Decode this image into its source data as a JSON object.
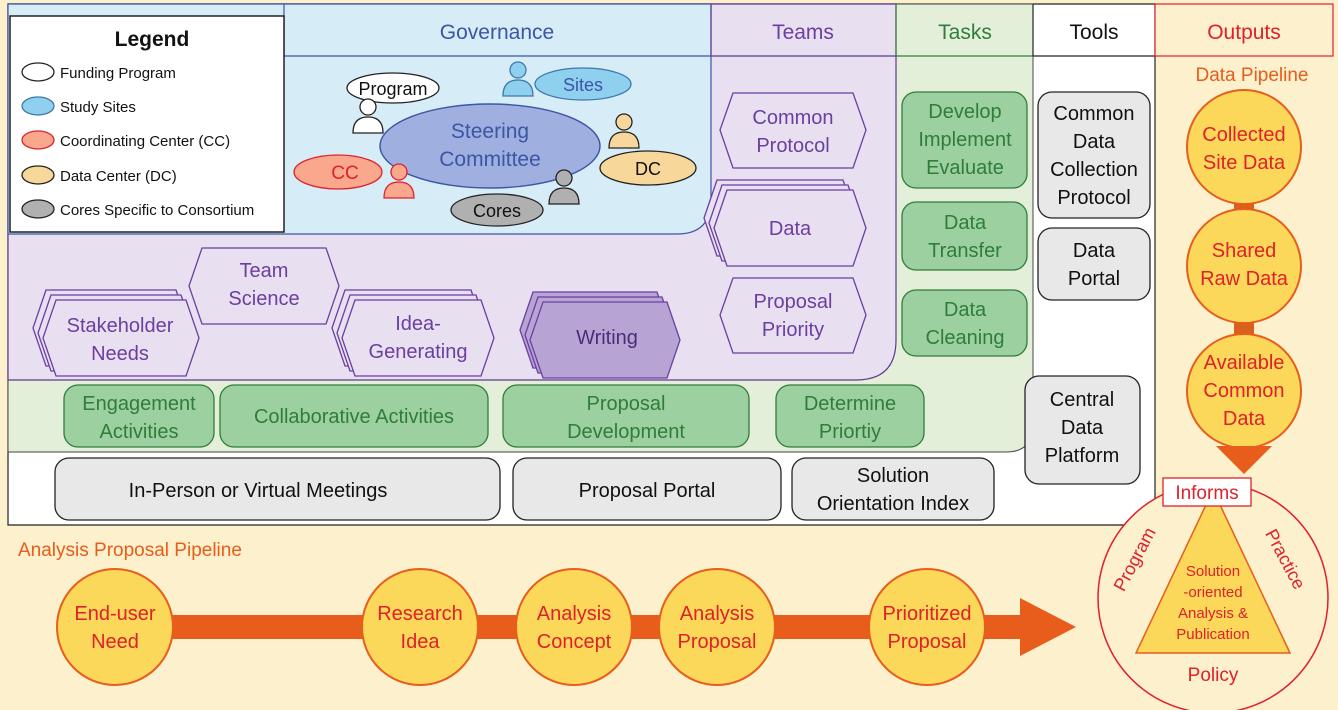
{
  "legend": {
    "title": "Legend",
    "items": [
      {
        "label": "Funding Program",
        "color": "#ffffff"
      },
      {
        "label": "Study Sites",
        "color": "#8fd0ee"
      },
      {
        "label": "Coordinating Center (CC)",
        "color": "#f9a88e"
      },
      {
        "label": "Data Center (DC)",
        "color": "#f8d79a"
      },
      {
        "label": "Cores Specific to Consortium",
        "color": "#b0b0b0"
      }
    ]
  },
  "columns": {
    "governance": "Governance",
    "teams": "Teams",
    "tasks": "Tasks",
    "tools": "Tools",
    "outputs": "Outputs"
  },
  "governance": {
    "steering_line1": "Steering",
    "steering_line2": "Committee",
    "program": "Program",
    "sites": "Sites",
    "cc": "CC",
    "dc": "DC",
    "cores": "Cores"
  },
  "teams": {
    "common_protocol": [
      "Common",
      "Protocol"
    ],
    "data": "Data",
    "proposal_priority": [
      "Proposal",
      "Priority"
    ],
    "stakeholder_needs": [
      "Stakeholder",
      "Needs"
    ],
    "team_science": [
      "Team",
      "Science"
    ],
    "idea_generating": [
      "Idea-",
      "Generating"
    ],
    "writing": "Writing"
  },
  "tasks": {
    "develop": [
      "Develop",
      "Implement",
      "Evaluate"
    ],
    "data_transfer": [
      "Data",
      "Transfer"
    ],
    "data_cleaning": [
      "Data",
      "Cleaning"
    ],
    "engagement": [
      "Engagement",
      "Activities"
    ],
    "collaborative": "Collaborative Activities",
    "proposal_development": [
      "Proposal",
      "Development"
    ],
    "determine_priority": [
      "Determine",
      "Priortiy"
    ]
  },
  "tools": {
    "common_data": [
      "Common",
      "Data",
      "Collection",
      "Protocol"
    ],
    "data_portal": [
      "Data",
      "Portal"
    ],
    "central_data": [
      "Central",
      "Data",
      "Platform"
    ],
    "meetings": "In-Person or Virtual Meetings",
    "proposal_portal": "Proposal Portal",
    "solution_index": [
      "Solution",
      "Orientation Index"
    ]
  },
  "outputs": {
    "data_pipeline": "Data Pipeline",
    "collected": [
      "Collected",
      "Site Data"
    ],
    "shared": [
      "Shared",
      "Raw Data"
    ],
    "available": [
      "Available",
      "Common",
      "Data"
    ],
    "informs": "Informs",
    "program": "Program",
    "practice": "Practice",
    "policy": "Policy",
    "solution": [
      "Solution",
      "-oriented",
      "Analysis &",
      "Publication"
    ]
  },
  "analysis": {
    "title": "Analysis Proposal Pipeline",
    "steps": [
      [
        "End-user",
        "Need"
      ],
      [
        "Research",
        "Idea"
      ],
      [
        "Analysis",
        "Concept"
      ],
      [
        "Analysis",
        "Proposal"
      ],
      [
        "Prioritized",
        "Proposal"
      ]
    ]
  },
  "colors": {
    "governance_bg": "#d6ecf7",
    "teams_bg": "#e8dff0",
    "tasks_bg": "#e3efd9",
    "outputs_bg": "#fdf0cd",
    "purple": "#6b3fa0",
    "blue": "#3c55a5",
    "green": "#2f7d3a",
    "orange_text": "#e85c1c",
    "red_text": "#e0202a",
    "circle_fill": "#fbd85a",
    "arrow": "#f07020"
  }
}
